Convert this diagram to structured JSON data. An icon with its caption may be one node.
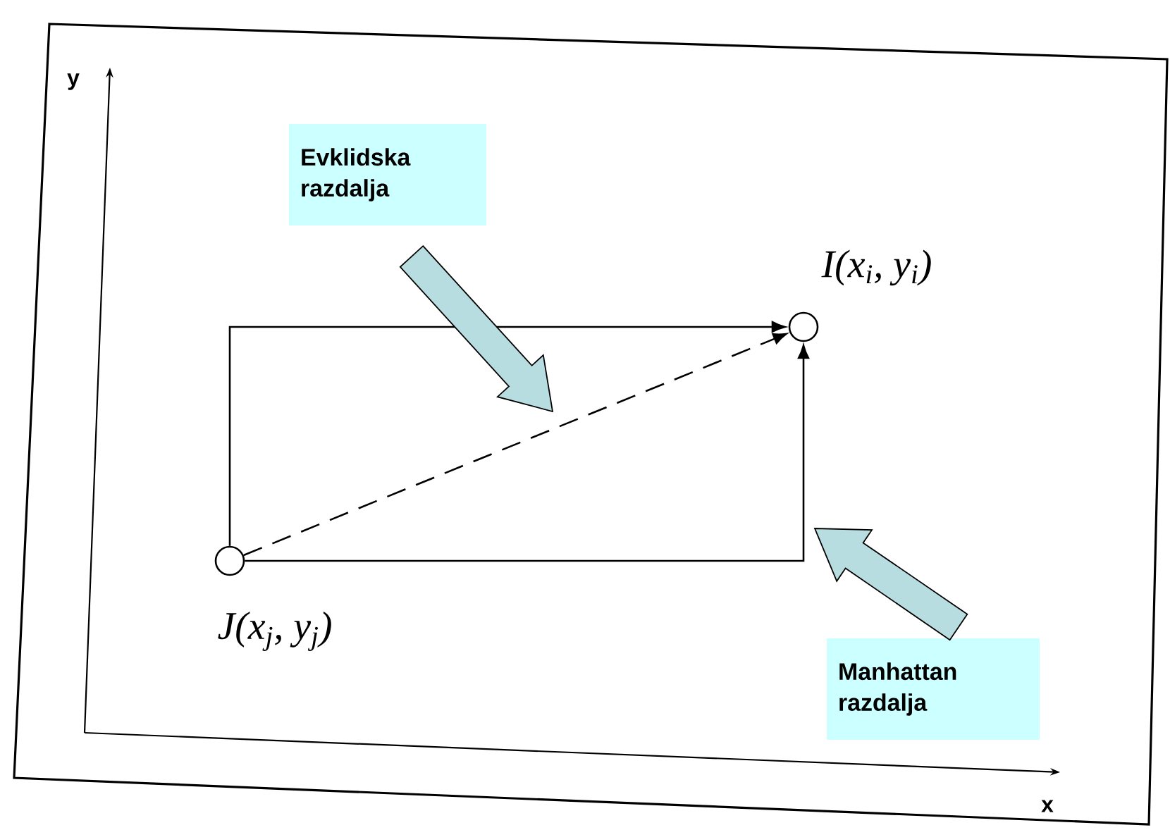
{
  "diagram": {
    "nodes": [
      {
        "text": [],
        "shape": "circle",
        "beside": [
          "J(x$_{j}$, y$_{j}$)"
        ]
      },
      {
        "text": [],
        "shape": "circle",
        "beside": [
          "I(x$_{i}$, y$_{i}$)"
        ]
      },
      {
        "text": [
          "Evklidska razdalja"
        ]
      },
      {
        "text": [
          "Manhattan razdalja"
        ]
      }
    ],
    "edges": [
      {
        "from": 0,
        "to": 1,
        "arrow": "to"
      },
      {
        "from": 0,
        "to": 1,
        "arrow": "to"
      },
      {
        "from": 0,
        "to": 1,
        "arrow": "to",
        "style": "dashed"
      },
      {
        "from": 2,
        "to": null,
        "arrow": "to",
        "style": "thick"
      },
      {
        "from": 3,
        "to": null,
        "arrow": "to",
        "style": "thick"
      }
    ],
    "labels": [
      "y",
      "x"
    ]
  }
}
